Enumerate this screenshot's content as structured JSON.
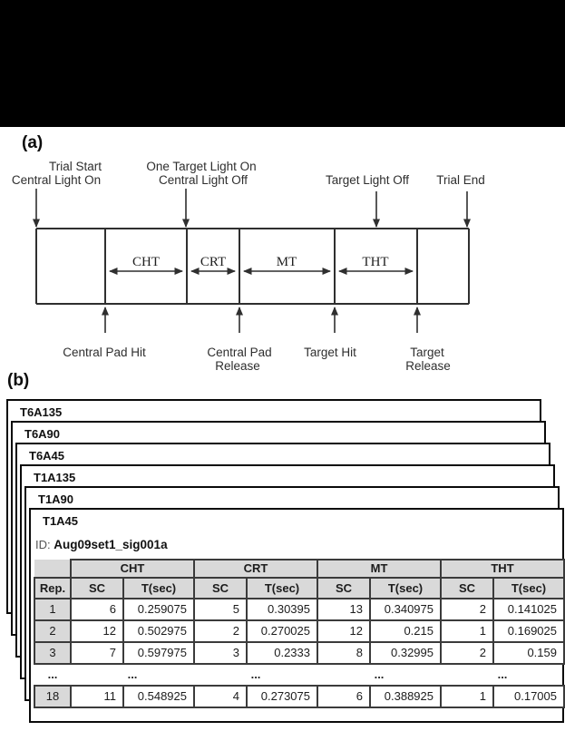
{
  "panel_a": {
    "label": "(a)",
    "top_events": {
      "e1_line1": "Trial Start",
      "e1_line2": "Central Light On",
      "e2_line1": "One Target Light On",
      "e2_line2": "Central Light Off",
      "e3": "Target Light Off",
      "e4": "Trial End"
    },
    "intervals": {
      "i1": "CHT",
      "i2": "CRT",
      "i3": "MT",
      "i4": "THT"
    },
    "bottom_events": {
      "b1": "Central Pad Hit",
      "b2_line1": "Central Pad",
      "b2_line2": "Release",
      "b3": "Target Hit",
      "b4_line1": "Target",
      "b4_line2": "Release"
    }
  },
  "panel_b": {
    "label": "(b)",
    "cards": [
      "T6A135",
      "T6A90",
      "T6A45",
      "T1A135",
      "T1A90",
      "T1A45"
    ],
    "id_label": "ID:",
    "id_value": "Aug09set1_sig001a",
    "table": {
      "rep_header": "Rep.",
      "group_headers": [
        "CHT",
        "CRT",
        "MT",
        "THT"
      ],
      "sub_headers": [
        "SC",
        "T(sec)"
      ],
      "rows": [
        {
          "rep": "1",
          "values": [
            "6",
            "0.259075",
            "5",
            "0.30395",
            "13",
            "0.340975",
            "2",
            "0.141025"
          ]
        },
        {
          "rep": "2",
          "values": [
            "12",
            "0.502975",
            "2",
            "0.270025",
            "12",
            "0.215",
            "1",
            "0.169025"
          ]
        },
        {
          "rep": "3",
          "values": [
            "7",
            "0.597975",
            "3",
            "0.2333",
            "8",
            "0.32995",
            "2",
            "0.159"
          ]
        }
      ],
      "ellipsis": "...",
      "last_row": {
        "rep": "18",
        "values": [
          "11",
          "0.548925",
          "4",
          "0.273075",
          "6",
          "0.388925",
          "1",
          "0.17005"
        ]
      }
    }
  },
  "colors": {
    "top_bar": "#000000",
    "header_fill": "#d9d9d9",
    "table_border": "#3b3b3b",
    "card_border": "#0a0a0a",
    "diagram_stroke": "#2f2f2f"
  }
}
